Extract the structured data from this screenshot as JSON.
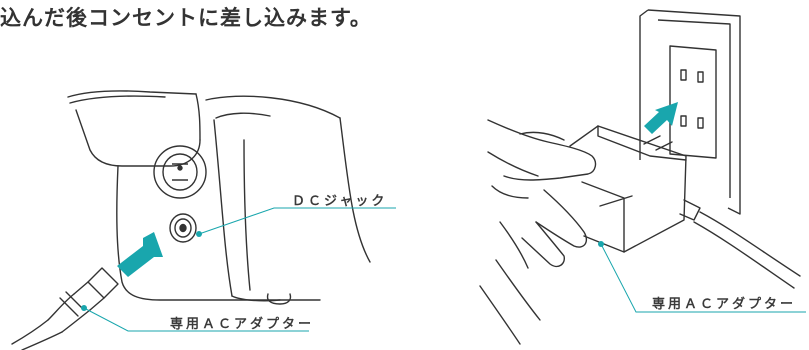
{
  "heading": "込んだ後コンセントに差し込みます。",
  "left_figure": {
    "dc_jack_label": "ＤＣジャック",
    "adapter_label": "専用ＡＣアダプター"
  },
  "right_figure": {
    "adapter_label": "専用ＡＣアダプター"
  },
  "colors": {
    "accent_arrow": "#19a6ad",
    "leader_line": "#19a6ad",
    "line_art": "#333333",
    "shadow": "#e8e8e8"
  }
}
